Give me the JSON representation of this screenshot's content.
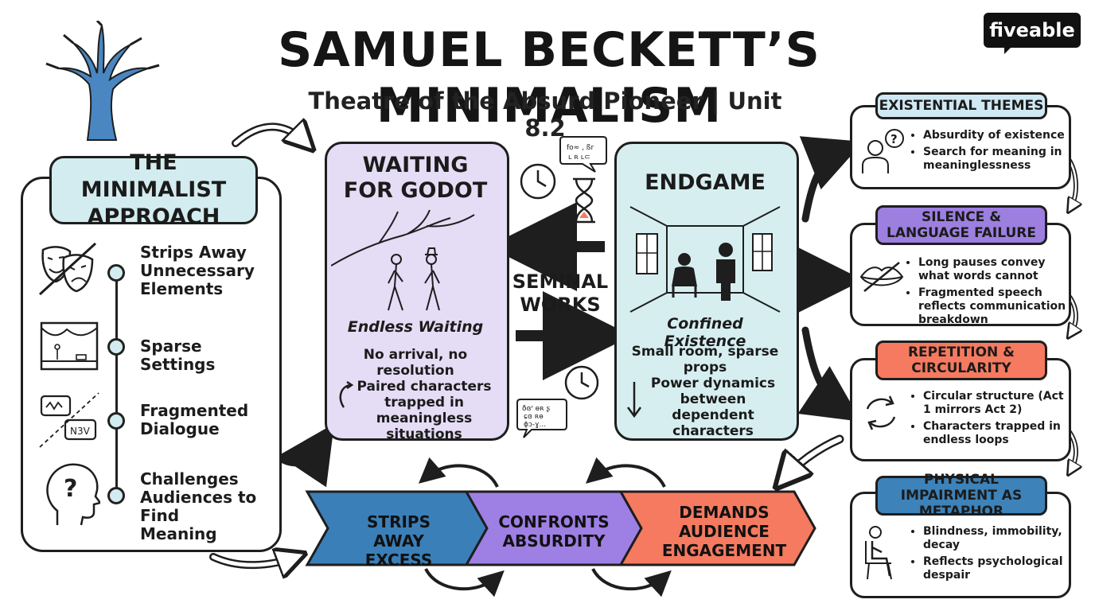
{
  "header": {
    "title": "SAMUEL BECKETT’S MINIMALISM",
    "subtitle": "Theatre of the Absurd Pioneer | Unit 8.2",
    "logo": "fiveable"
  },
  "minimalist": {
    "title": "THE MINIMALIST APPROACH",
    "items": [
      {
        "label": "Strips Away Unnecessary Elements",
        "icon": "theatre-masks-icon"
      },
      {
        "label": "Sparse Settings",
        "icon": "bare-stage-icon"
      },
      {
        "label": "Fragmented Dialogue",
        "icon": "speech-bubbles-icon"
      },
      {
        "label": "Challenges Audiences to Find Meaning",
        "icon": "head-question-icon"
      }
    ]
  },
  "seminal_label": "SEMINAL WORKS",
  "godot": {
    "title": "WAITING FOR GODOT",
    "subtitle": "Endless Waiting",
    "text1": "No arrival, no resolution",
    "text2": "Paired characters trapped in meaningless situations"
  },
  "endgame": {
    "title": "ENDGAME",
    "subtitle": "Confined Existence",
    "text1": "Small room, sparse props",
    "text2": "Power dynamics between dependent characters"
  },
  "right": [
    {
      "title": "EXISTENTIAL THEMES",
      "color": "#cfe8f3",
      "icon": "person-question-icon",
      "bullets": [
        "Absurdity of existence",
        "Search for meaning in meaninglessness"
      ]
    },
    {
      "title": "SILENCE & LANGUAGE FAILURE",
      "color": "#9d7fe0",
      "icon": "silenced-lips-icon",
      "bullets": [
        "Long pauses convey what words cannot",
        "Fragmented speech reflects communication breakdown"
      ]
    },
    {
      "title": "REPETITION & CIRCULARITY",
      "color": "#f57a5f",
      "icon": "circular-arrows-icon",
      "bullets": [
        "Circular structure (Act 1 mirrors Act 2)",
        "Characters trapped in endless loops"
      ]
    },
    {
      "title": "PHYSICAL IMPAIRMENT AS METAPHOR",
      "color": "#3d82b8",
      "icon": "seated-person-icon",
      "bullets": [
        "Blindness, immobility, decay",
        "Reflects psychological despair"
      ]
    }
  ],
  "band": [
    {
      "label": "STRIPS AWAY EXCESS",
      "color": "#3a7fb8"
    },
    {
      "label": "CONFRONTS ABSURDITY",
      "color": "#9e7fe3"
    },
    {
      "label": "DEMANDS AUDIENCE ENGAGEMENT",
      "color": "#f57a5f"
    }
  ]
}
